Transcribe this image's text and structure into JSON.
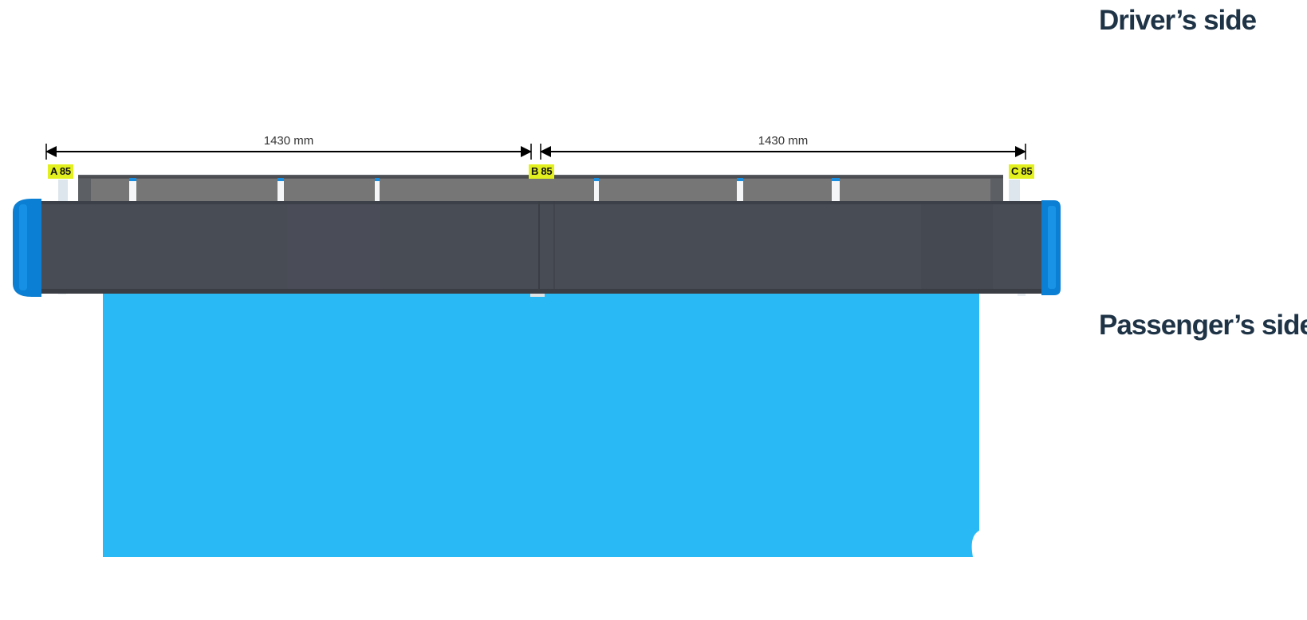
{
  "labels": {
    "drivers_side": "Driver’s side",
    "passengers_side": "Passenger’s side"
  },
  "dimensions": [
    {
      "text": "1430 mm"
    },
    {
      "text": "1430 mm"
    }
  ],
  "crossbars": [
    {
      "text": "A 85"
    },
    {
      "text": "B 85"
    },
    {
      "text": "C 85"
    }
  ],
  "colors": {
    "label_text": "#1e3346",
    "tag_background": "#e3f01f",
    "vehicle_roof": "#29baf6",
    "awning_body": "#484c55",
    "awning_end_caps": "#0a7fd3",
    "rail": "#6d6f72"
  }
}
